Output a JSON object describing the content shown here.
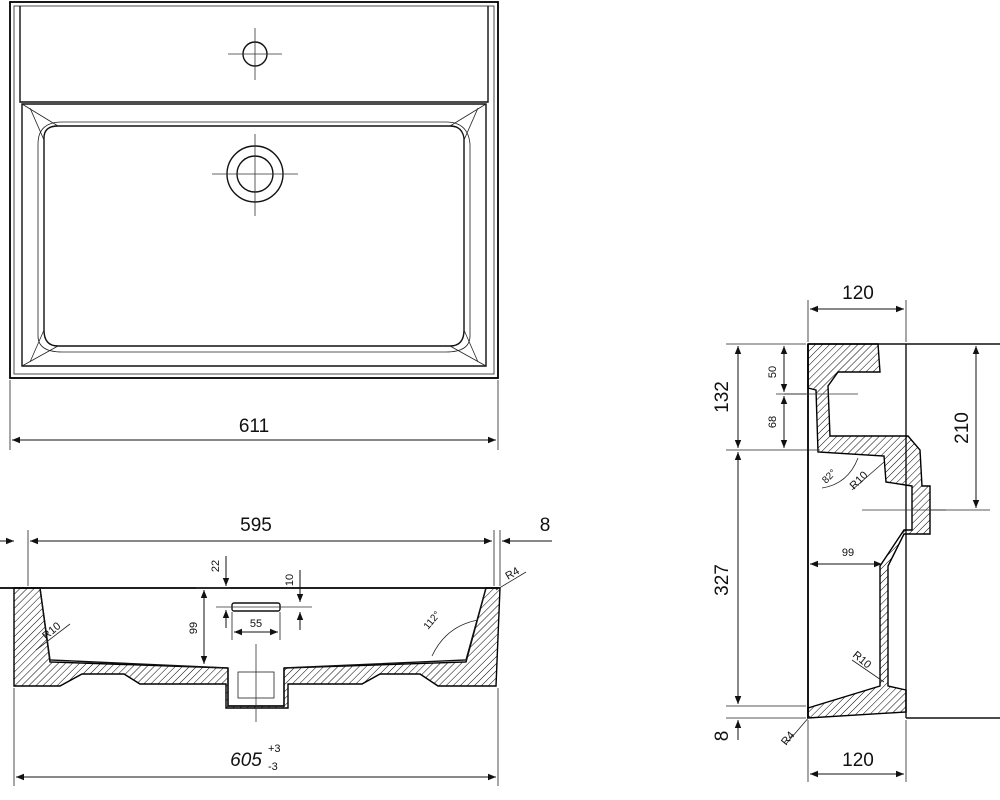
{
  "top_view": {
    "width_label": "611"
  },
  "front_section": {
    "inner_width_label": "595",
    "rim_label": "8",
    "rim_radius_label": "R4",
    "corner_radius_label": "R10",
    "angle_label": "112°",
    "depth_label": "99",
    "overflow_offset_label": "22",
    "overflow_height_label": "10",
    "overflow_width_label": "55",
    "outer_width_label": "605",
    "tolerance_plus": "+3",
    "tolerance_minus": "-3"
  },
  "side_section": {
    "top_width_label": "120",
    "bottom_width_label": "120",
    "upper_height_label": "132",
    "lower_height_label": "327",
    "base_label": "8",
    "overflow_offset_label": "50",
    "overflow_height_label": "68",
    "drain_height_label": "210",
    "bowl_depth_label": "99",
    "angle_label": "82°",
    "radius_label_upper": "R10",
    "radius_label_lower": "R10",
    "base_radius_label": "R4"
  }
}
